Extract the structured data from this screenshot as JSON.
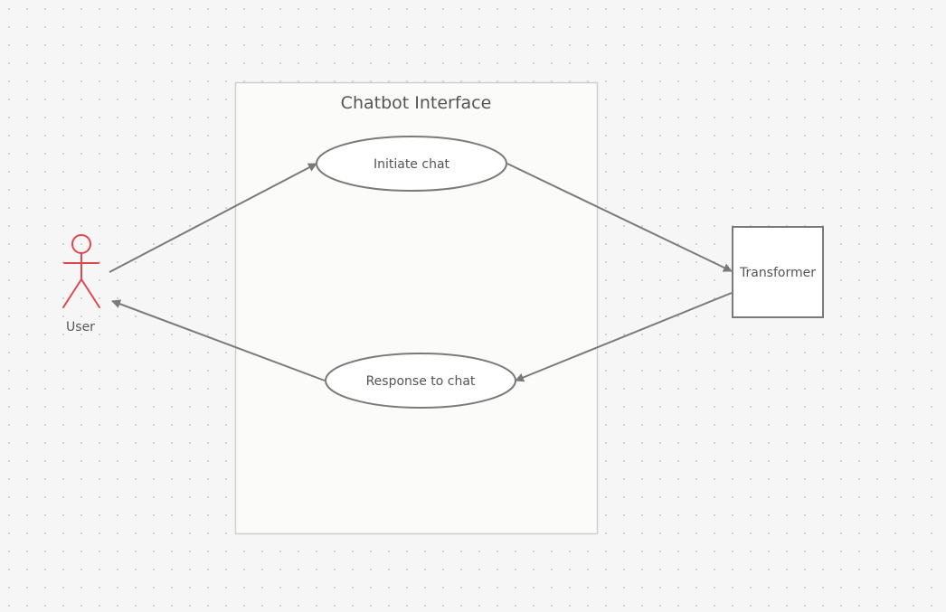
{
  "diagram": {
    "system_boundary": {
      "title": "Chatbot Interface"
    },
    "actor": {
      "label": "User",
      "color": "#e0474c"
    },
    "use_cases": {
      "initiate": {
        "label": "Initiate chat"
      },
      "response": {
        "label": "Response to chat"
      }
    },
    "external_system": {
      "label": "Transformer"
    },
    "colors": {
      "line": "#7a7a7a",
      "boundary_border": "#cfcfcf",
      "boundary_fill": "#fbfbfa",
      "shape_fill": "#ffffff",
      "text": "#555555"
    }
  }
}
